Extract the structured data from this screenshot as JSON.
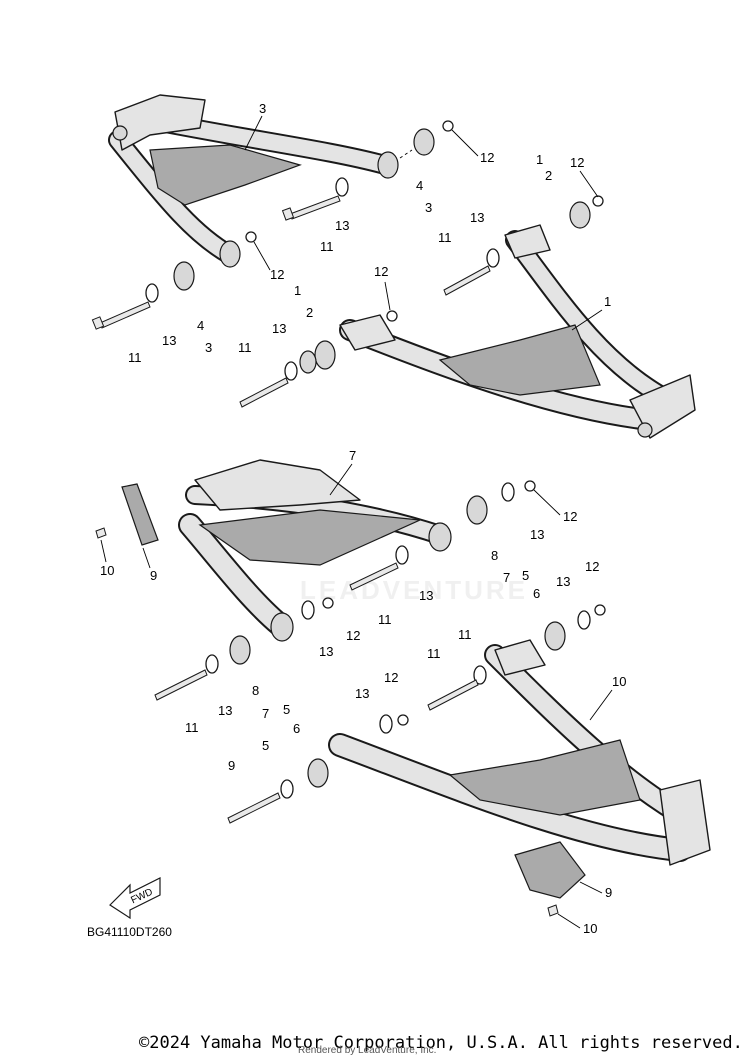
{
  "callouts": {
    "upper_arm_group": [
      "3",
      "12",
      "1",
      "2",
      "12",
      "4",
      "3",
      "13",
      "11",
      "13",
      "11",
      "12",
      "13",
      "4",
      "3",
      "11",
      "12",
      "1",
      "2",
      "11",
      "13",
      "1"
    ],
    "lower_arm_group": [
      "7",
      "9",
      "10",
      "12",
      "13",
      "8",
      "7",
      "5",
      "6",
      "13",
      "12",
      "11",
      "13",
      "12",
      "11",
      "13",
      "11",
      "8",
      "7",
      "5",
      "6",
      "13",
      "12",
      "13",
      "11",
      "5",
      "9",
      "10"
    ]
  },
  "fwd_arrow_label": "FWD",
  "diagram_code": "BG41110DT260",
  "copyright": "©2024 Yamaha Motor Corporation, U.S.A. All rights reserved.",
  "rendered_by": "Rendered by LeadVenture, Inc.",
  "watermark": "LEADVENTURE"
}
